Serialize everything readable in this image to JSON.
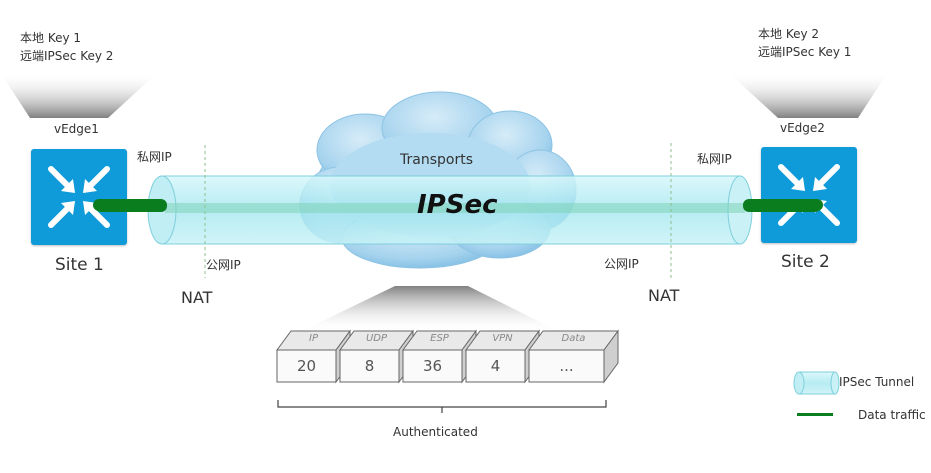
{
  "left": {
    "key_local": "本地 Key 1",
    "key_remote": "远端IPSec Key 2",
    "device": "vEdge1",
    "private_ip": "私网IP",
    "public_ip": "公网IP",
    "nat": "NAT",
    "site": "Site 1"
  },
  "right": {
    "key_local": "本地 Key 2",
    "key_remote": "远端IPSec Key 1",
    "device": "vEdge2",
    "private_ip": "私网IP",
    "public_ip": "公网IP",
    "nat": "NAT",
    "site": "Site 2"
  },
  "cloud_label": "Transports",
  "tunnel_label": "IPSec",
  "packet": {
    "fields": [
      {
        "name": "IP",
        "value": "20"
      },
      {
        "name": "UDP",
        "value": "8"
      },
      {
        "name": "ESP",
        "value": "36"
      },
      {
        "name": "VPN",
        "value": "4"
      },
      {
        "name": "Data",
        "value": "..."
      }
    ],
    "caption": "Authenticated"
  },
  "legend": {
    "tunnel": "IPSec Tunnel",
    "traffic": "Data traffic"
  },
  "colors": {
    "router": "#0f9ad9",
    "tunnel": "#aee9f2",
    "traffic": "#0a7d1f",
    "cloud": "#9fd2ec"
  }
}
